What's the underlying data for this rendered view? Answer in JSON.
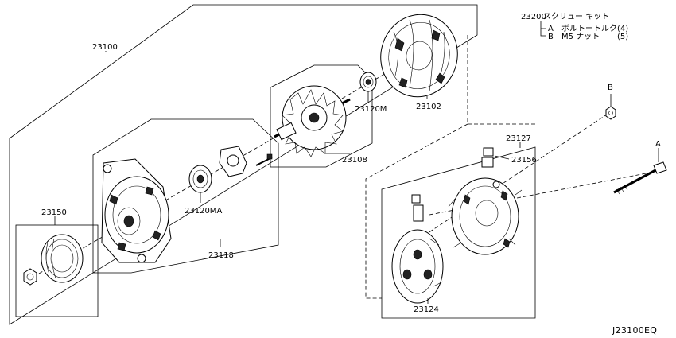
{
  "diagram": {
    "reference_code": "J23100EQ",
    "kit": {
      "code": "23200",
      "title": "スクリュー キット",
      "items": [
        {
          "letter": "A",
          "name": "ボルトートルク",
          "qty": "(4)"
        },
        {
          "letter": "B",
          "name": "M5 ナット",
          "qty": "(5)"
        }
      ]
    },
    "parts": {
      "p23100": "23100",
      "p23102": "23102",
      "p23108": "23108",
      "p23120M": "23120M",
      "p23120MA": "23120MA",
      "p23118": "23118",
      "p23150": "23150",
      "p23127": "23127",
      "p23156": "23156",
      "p23124": "23124"
    },
    "callouts": {
      "a": "A",
      "b": "B"
    }
  }
}
